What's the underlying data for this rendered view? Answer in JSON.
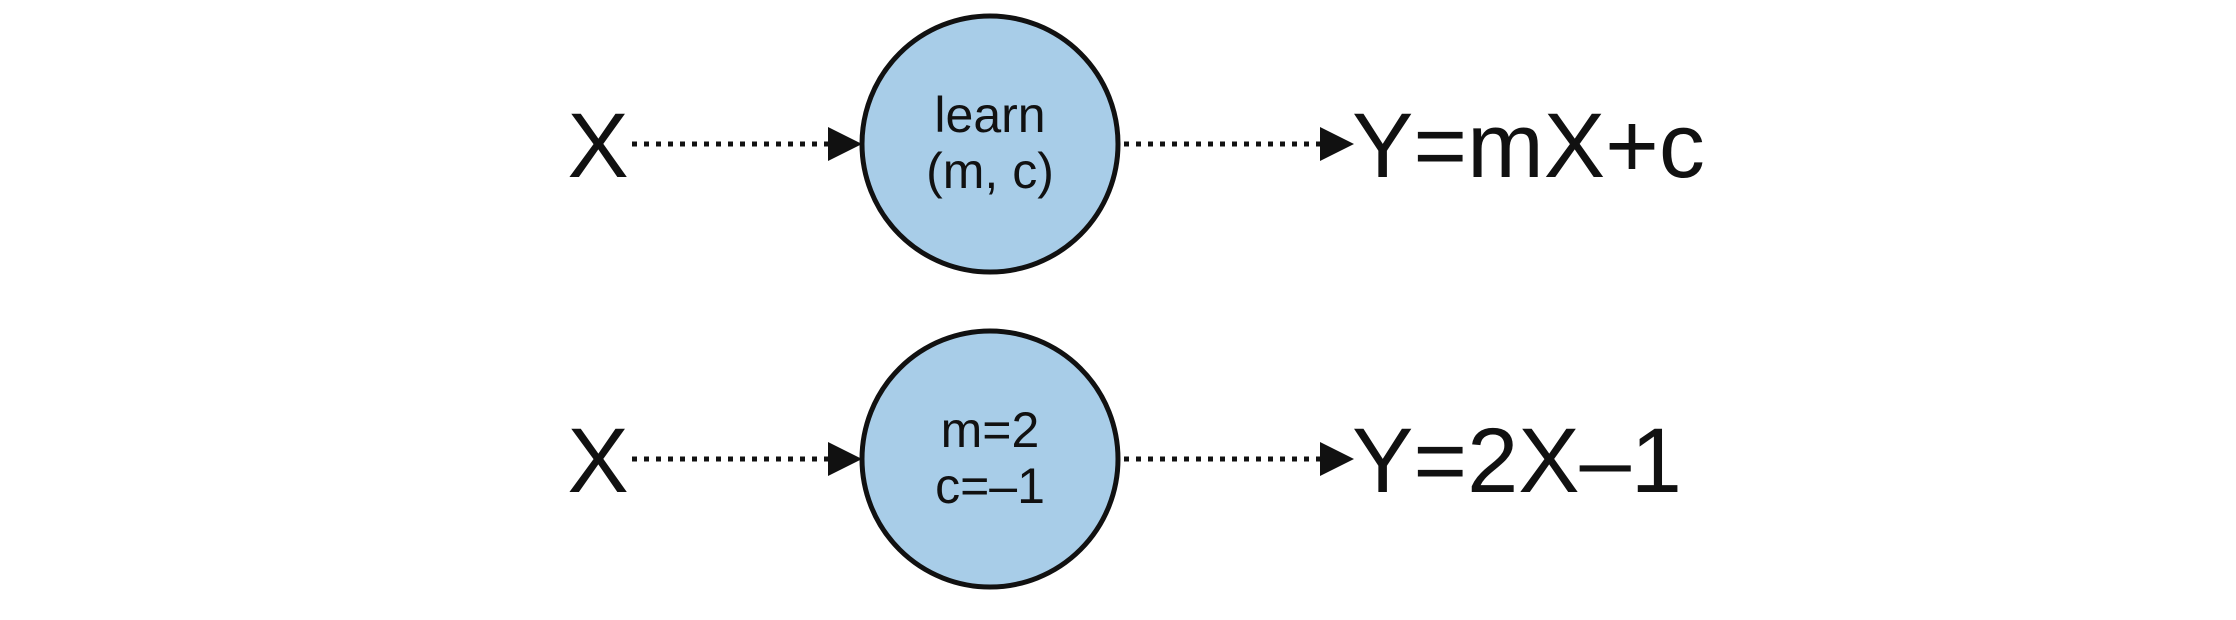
{
  "diagram": {
    "rows": [
      {
        "input": "X",
        "node_line1": "learn",
        "node_line2": "(m, c)",
        "output": "Y=mX+c"
      },
      {
        "input": "X",
        "node_line1": "m=2",
        "node_line2": "c=–1",
        "output": "Y=2X–1"
      }
    ],
    "colors": {
      "node_fill": "#a8cde8",
      "stroke": "#111111",
      "background": "#ffffff"
    }
  }
}
